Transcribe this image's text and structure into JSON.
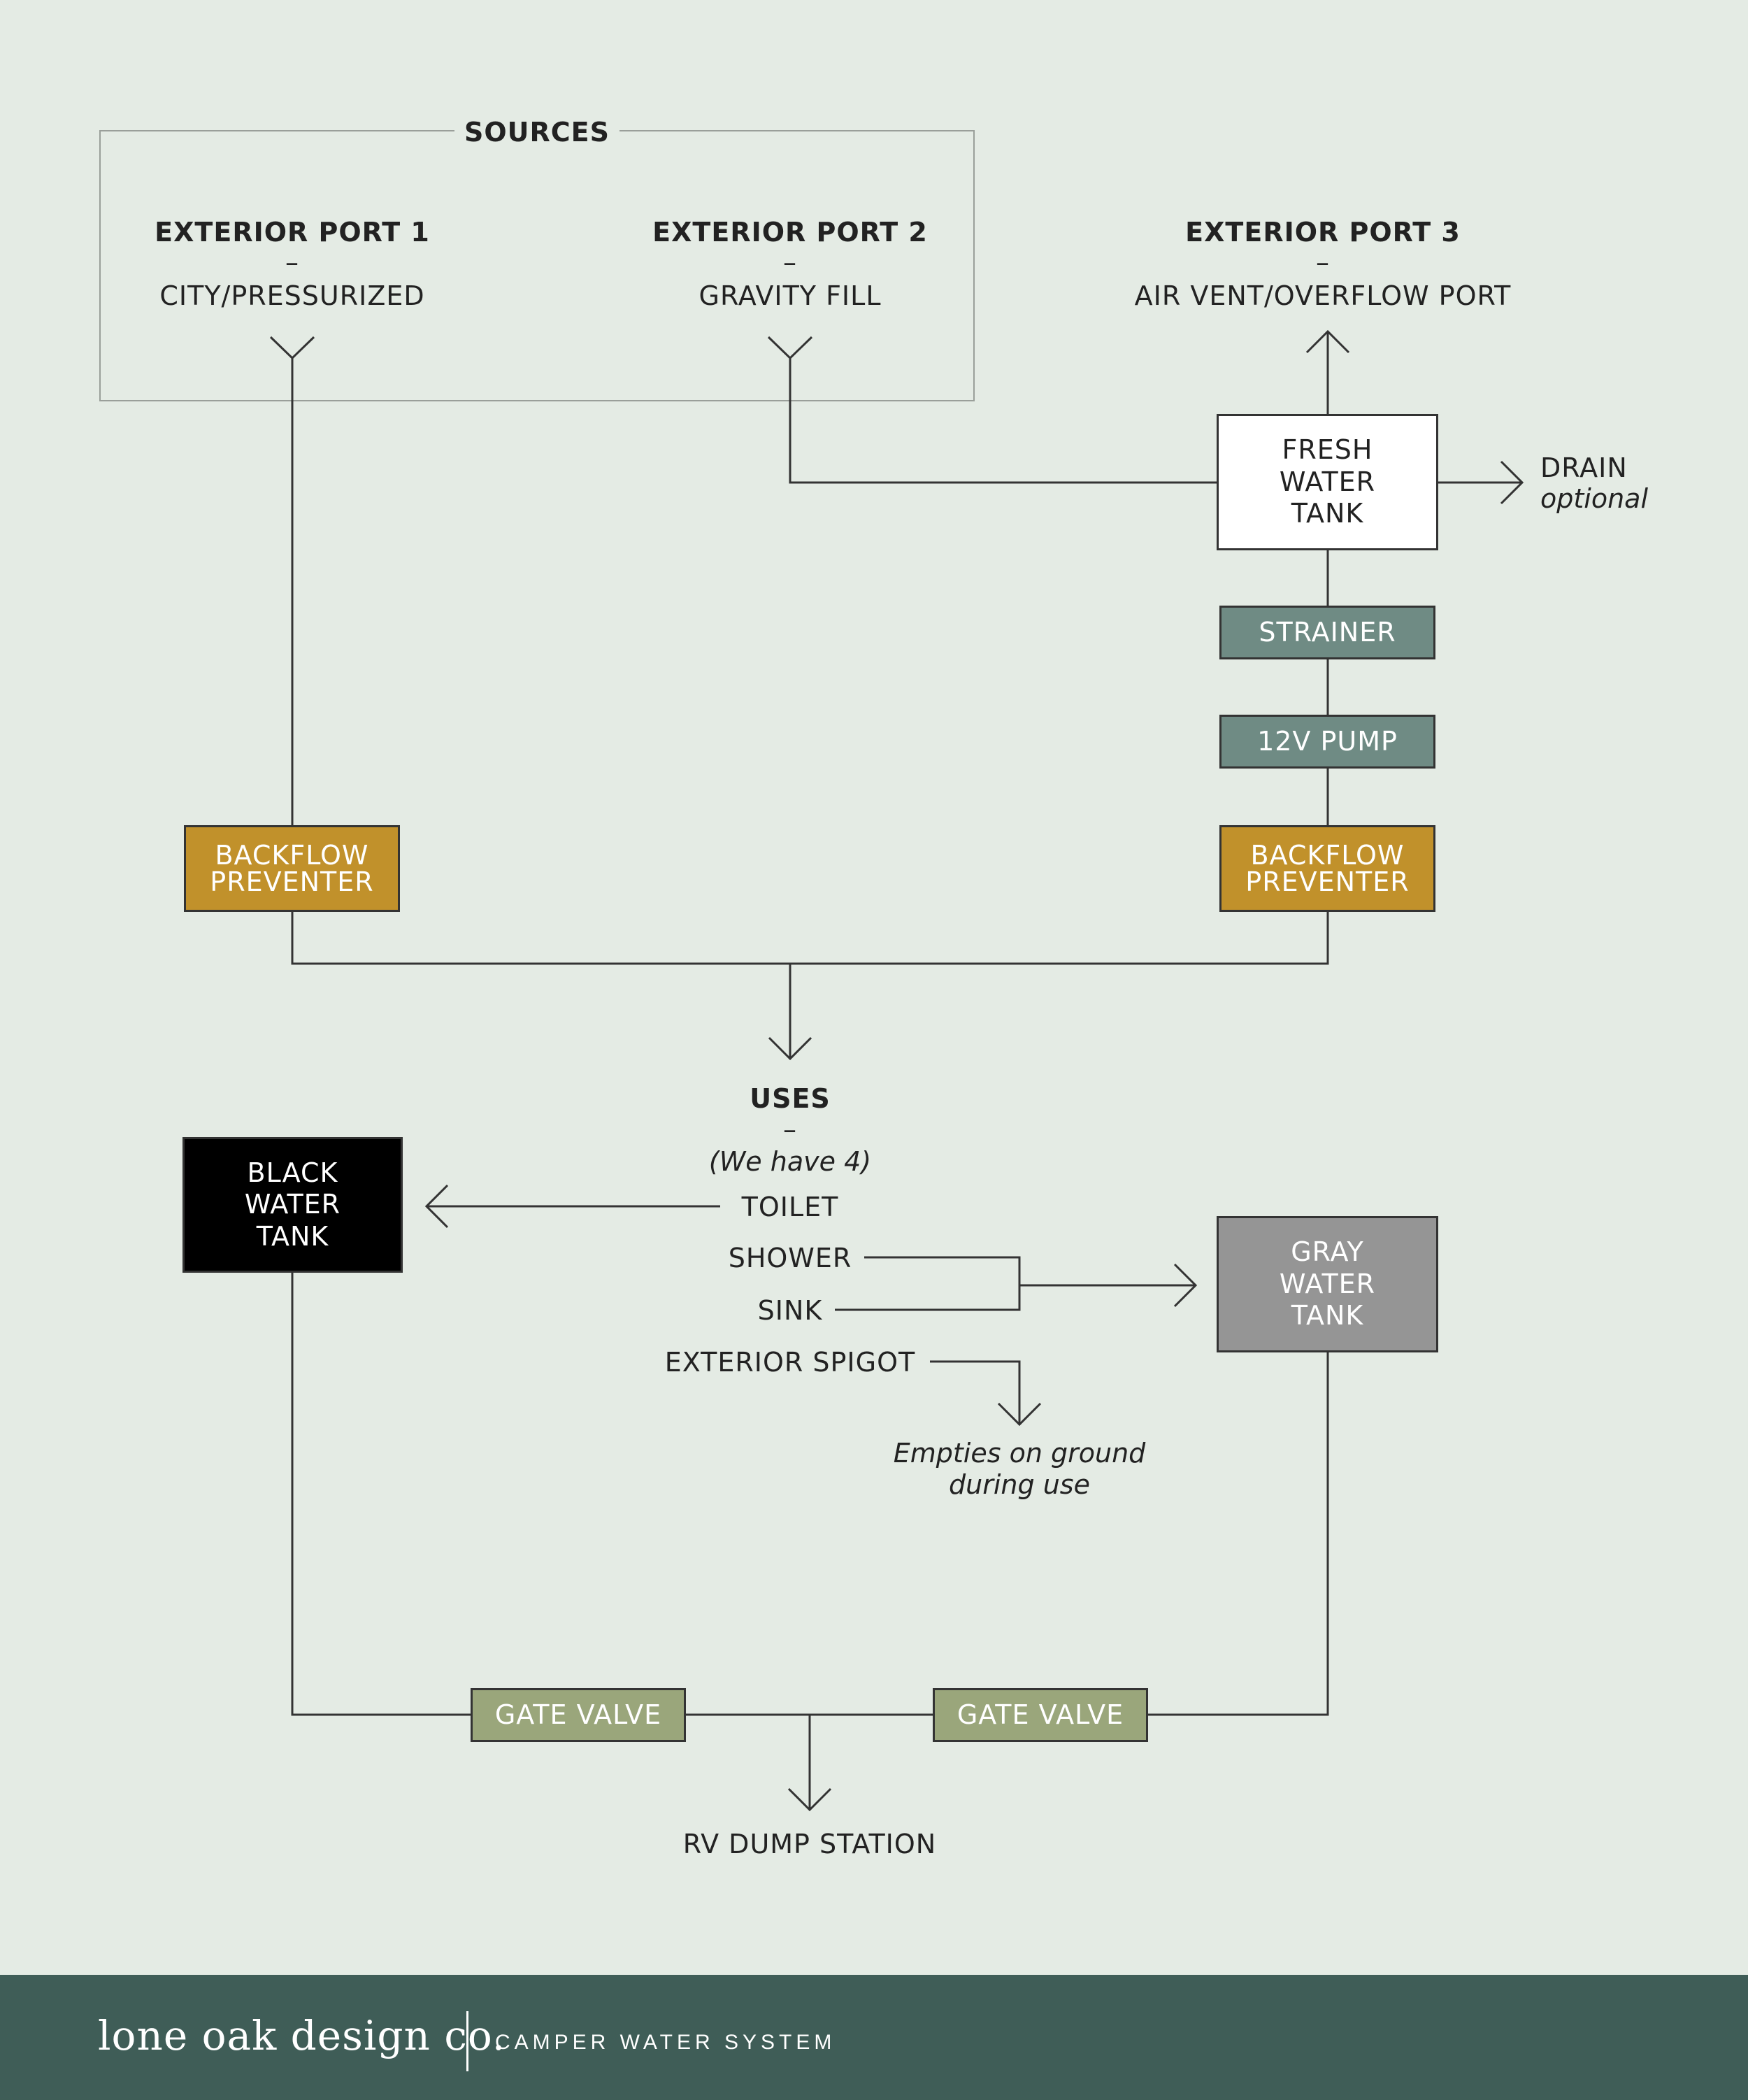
{
  "sources": {
    "title": "SOURCES",
    "port1": {
      "title": "EXTERIOR  PORT 1",
      "dash": "–",
      "subtitle": "CITY/PRESSURIZED"
    },
    "port2": {
      "title": "EXTERIOR  PORT 2",
      "dash": "–",
      "subtitle": "GRAVITY FILL"
    }
  },
  "port3": {
    "title": "EXTERIOR  PORT 3",
    "dash": "–",
    "subtitle": "AIR VENT/OVERFLOW PORT"
  },
  "fresh_tank": {
    "line1": "FRESH",
    "line2": "WATER",
    "line3": "TANK"
  },
  "drain": {
    "label": "DRAIN",
    "note": "optional"
  },
  "strainer": "STRAINER",
  "pump": "12V PUMP",
  "backflow_left": {
    "line1": "BACKFLOW",
    "line2": "PREVENTER"
  },
  "backflow_right": {
    "line1": "BACKFLOW",
    "line2": "PREVENTER"
  },
  "uses": {
    "title": "USES",
    "dash": "–",
    "count_note": "(We have 4)",
    "items": [
      "TOILET",
      "SHOWER",
      "SINK",
      "EXTERIOR SPIGOT"
    ],
    "spigot_note_line1": "Empties on ground",
    "spigot_note_line2": "during use"
  },
  "black_tank": {
    "line1": "BLACK",
    "line2": "WATER",
    "line3": "TANK"
  },
  "gray_tank": {
    "line1": "GRAY",
    "line2": "WATER",
    "line3": "TANK"
  },
  "gate_valve_left": "GATE VALVE",
  "gate_valve_right": "GATE VALVE",
  "dump_station": "RV DUMP STATION",
  "footer": {
    "brand": "lone oak design co.",
    "subtitle": "CAMPER WATER SYSTEM"
  },
  "colors": {
    "background": "#e4ebe4",
    "teal_component": "#6f8b84",
    "backflow_gold": "#c1912b",
    "black_tank": "#000000",
    "gray_tank": "#959595",
    "gate_valve_olive": "#9aa67b",
    "footer": "#3f5d57"
  }
}
